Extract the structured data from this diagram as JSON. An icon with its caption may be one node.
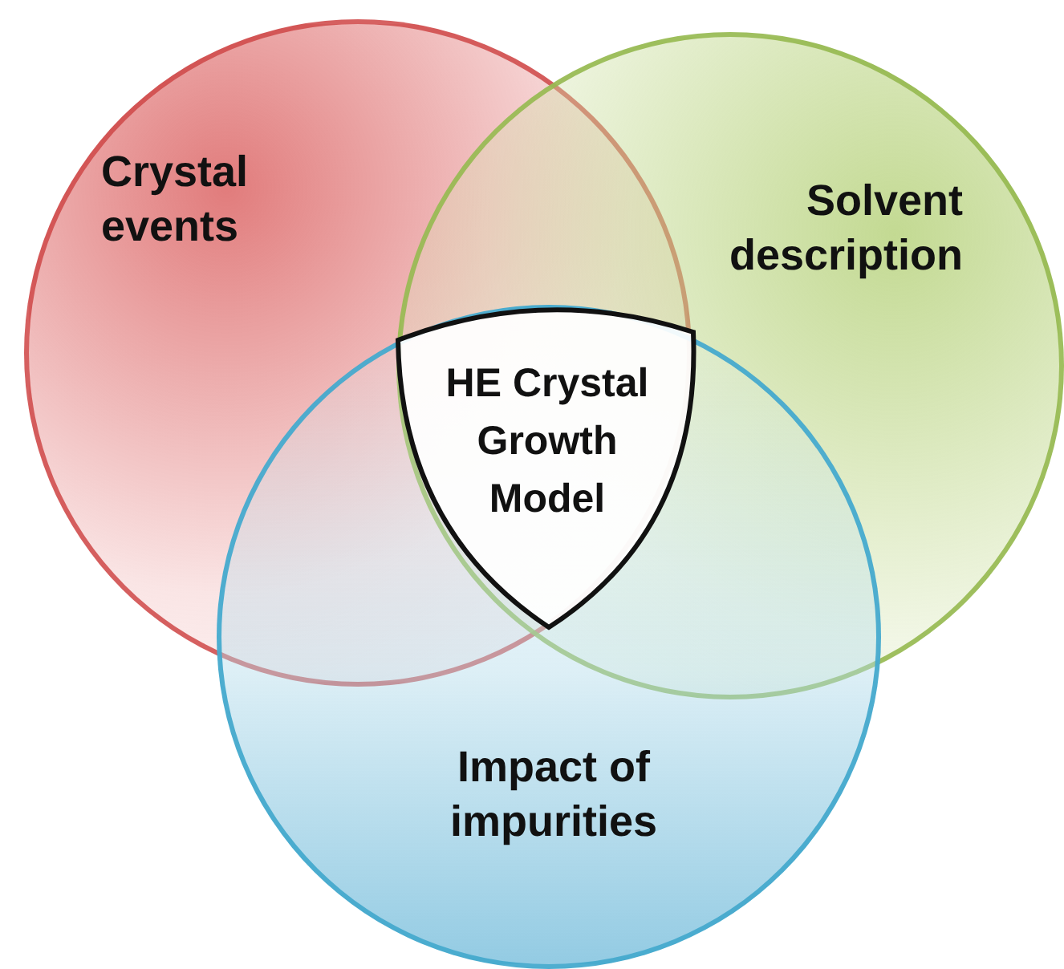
{
  "diagram": {
    "nodes": [
      {
        "text": [
          "Crystal events"
        ]
      },
      {
        "text": [
          "Solvent description"
        ]
      },
      {
        "text": [
          "Impact of impurities"
        ]
      },
      {
        "text": [
          "HE Crystal Growth Model"
        ]
      }
    ]
  }
}
